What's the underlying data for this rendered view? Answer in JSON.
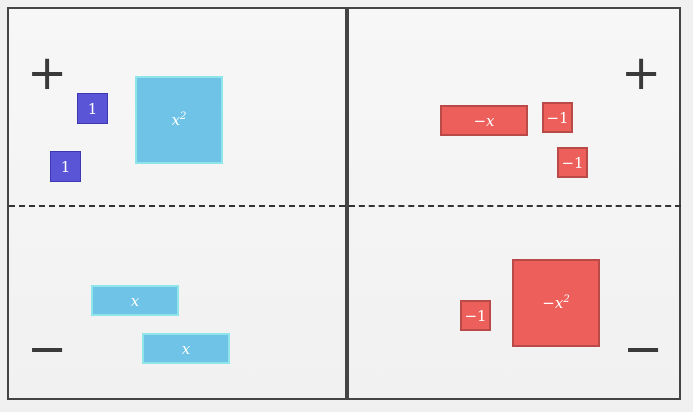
{
  "signs": {
    "top_left": "+",
    "top_right": "+",
    "bottom_left": "−",
    "bottom_right": "−"
  },
  "tiles": {
    "tl_unit_1": "1",
    "tl_unit_2": "1",
    "tl_x2_base": "x",
    "tl_x2_exp": "2",
    "tr_negx": "−x",
    "tr_neg1_a": "−1",
    "tr_neg1_b": "−1",
    "bl_x_1": "x",
    "bl_x_2": "x",
    "br_neg1": "−1",
    "br_negx2_base": "−x",
    "br_negx2_exp": "2"
  },
  "colors": {
    "positive_unit": "#5a55d6",
    "positive_variable": "#6ec3e6",
    "negative": "#ec5f5b"
  }
}
